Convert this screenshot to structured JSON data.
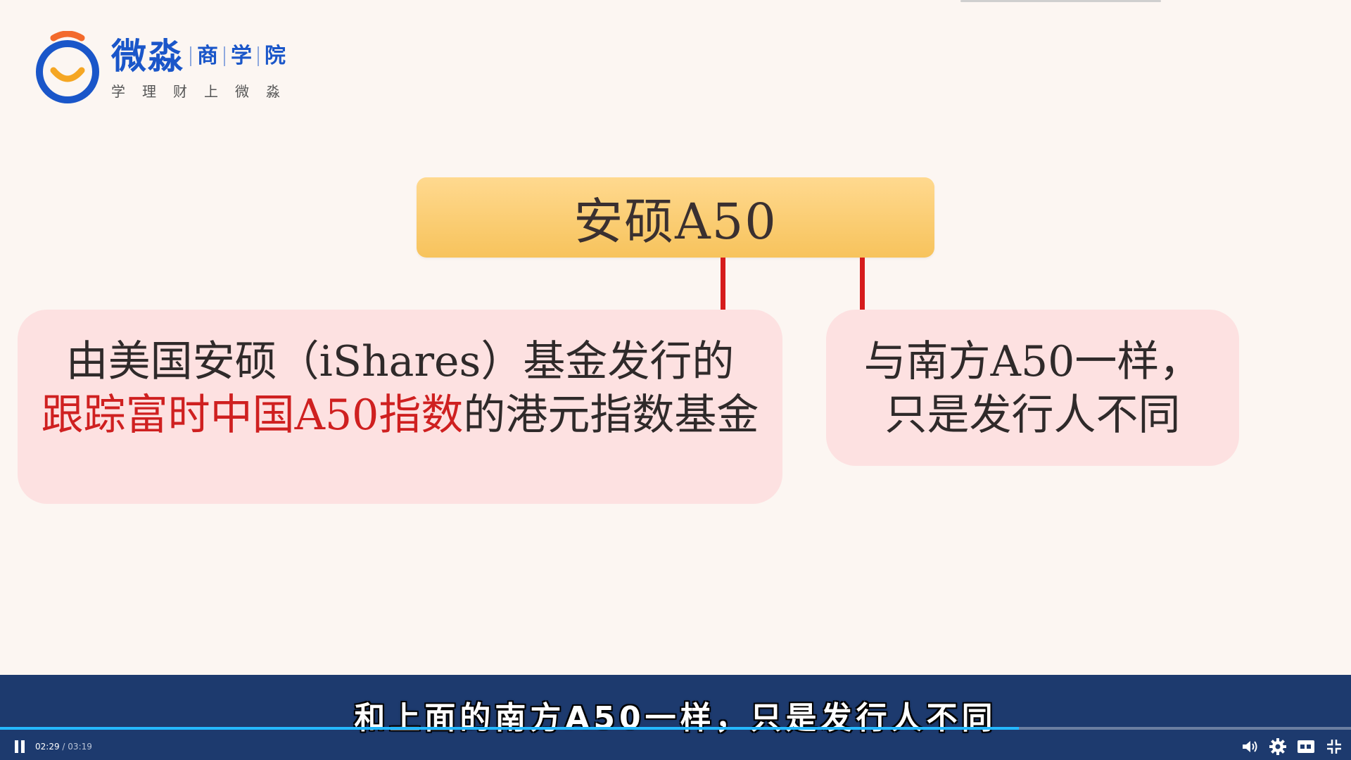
{
  "logo": {
    "name": "微淼",
    "sub1": "商",
    "sub2": "学",
    "sub3": "院",
    "slogan": "学理财上微淼"
  },
  "diagram": {
    "title": "安硕A50",
    "left_card": {
      "line1": "由美国安硕（iShares）基金发行的",
      "line2_highlight": "跟踪富时中国A50指数",
      "line2_rest": "的港元指数基金"
    },
    "right_card": {
      "line1": "与南方A50一样，",
      "line2": "只是发行人不同"
    }
  },
  "subtitle": "和上面的南方A50一样，只是发行人不同",
  "player": {
    "current_time": "02:29",
    "separator": "/",
    "total_time": "03:19",
    "progress_fraction": 0.754
  },
  "colors": {
    "title_box": "#f7c35c",
    "card_bg": "#fde1e1",
    "connector": "#d61c1c",
    "highlight": "#cf2020",
    "progress": "#25b8ff",
    "subtitle_bar": "#1d3a6e"
  },
  "icons": {
    "pause": "pause-icon",
    "volume": "volume-icon",
    "settings": "gear-icon",
    "captions": "captions-icon",
    "exit_fullscreen": "exit-fullscreen-icon"
  }
}
